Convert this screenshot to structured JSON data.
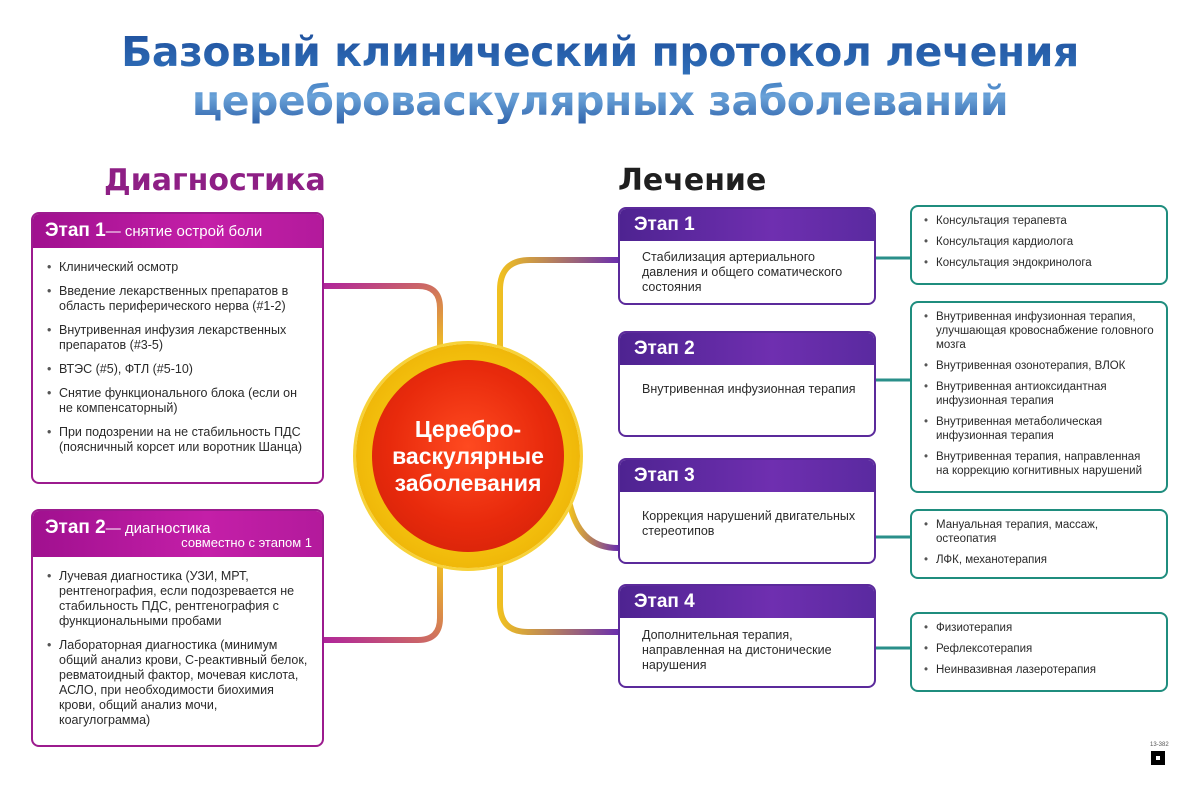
{
  "title": {
    "line1": "Базовый клинический протокол лечения",
    "line2": "цереброваскулярных заболеваний"
  },
  "diagnostics": {
    "heading": "Диагностика",
    "stage1": {
      "stage": "Этап 1",
      "subtitle": "— снятие острой боли",
      "items": [
        "Клинический осмотр",
        "Введение лекарственных препаратов в область периферического нерва (#1-2)",
        "Внутривенная инфузия лекарственных препаратов (#3-5)",
        "ВТЭС (#5), ФТЛ (#5-10)",
        "Снятие функционального блока (если он не компенсаторный)",
        "При подозрении на не стабильность ПДС (поясничный корсет или воротник Шанца)"
      ]
    },
    "stage2": {
      "stage": "Этап 2",
      "subtitle": "— диагностика",
      "subtitle2": "совместно с этапом 1",
      "items": [
        "Лучевая диагностика (УЗИ, МРТ, рентгенография, если подозревается не стабильность ПДС, рентгенография с функциональными пробами",
        "Лабораторная диагностика (минимум общий анализ крови, С-реактивный белок, ревматоидный фактор, мочевая кислота, АСЛО, при необходимости биохимия крови, общий анализ мочи, коагулограмма)"
      ]
    }
  },
  "center": {
    "label": "Церебро-васкулярные заболевания"
  },
  "treatment": {
    "heading": "Лечение",
    "stages": [
      {
        "stage": "Этап 1",
        "text": "Стабилизация артериального давления и общего соматического состояния",
        "items": [
          "Консультация терапевта",
          "Консультация кардиолога",
          "Консультация эндокринолога"
        ]
      },
      {
        "stage": "Этап 2",
        "text": "Внутривенная инфузионная терапия",
        "items": [
          "Внутривенная инфузионная терапия, улучшающая кровоснабжение головного мозга",
          "Внутривенная озонотерапия, ВЛОК",
          "Внутривенная антиоксидантная инфузионная терапия",
          "Внутривенная метаболическая инфузионная терапия",
          "Внутривенная терапия, направленная на коррекцию когнитивных нарушений"
        ]
      },
      {
        "stage": "Этап 3",
        "text": "Коррекция нарушений двигательных стереотипов",
        "items": [
          "Мануальная терапия, массаж, остеопатия",
          "ЛФК, механотерапия"
        ]
      },
      {
        "stage": "Этап 4",
        "text": "Дополнительная терапия, направленная на дистонические нарушения",
        "items": [
          "Физиотерапия",
          "Рефлексотерапия",
          "Неинвазивная лазеротерапия"
        ]
      }
    ]
  },
  "footer": {
    "code": "13-382"
  },
  "colors": {
    "title_blue": "#2a5ea8",
    "diag_magenta": "#a0108f",
    "treat_purple": "#5b2a9b",
    "teal": "#1f8d7e",
    "center_red": "#e82a0c",
    "center_yellow": "#f4c20e"
  }
}
